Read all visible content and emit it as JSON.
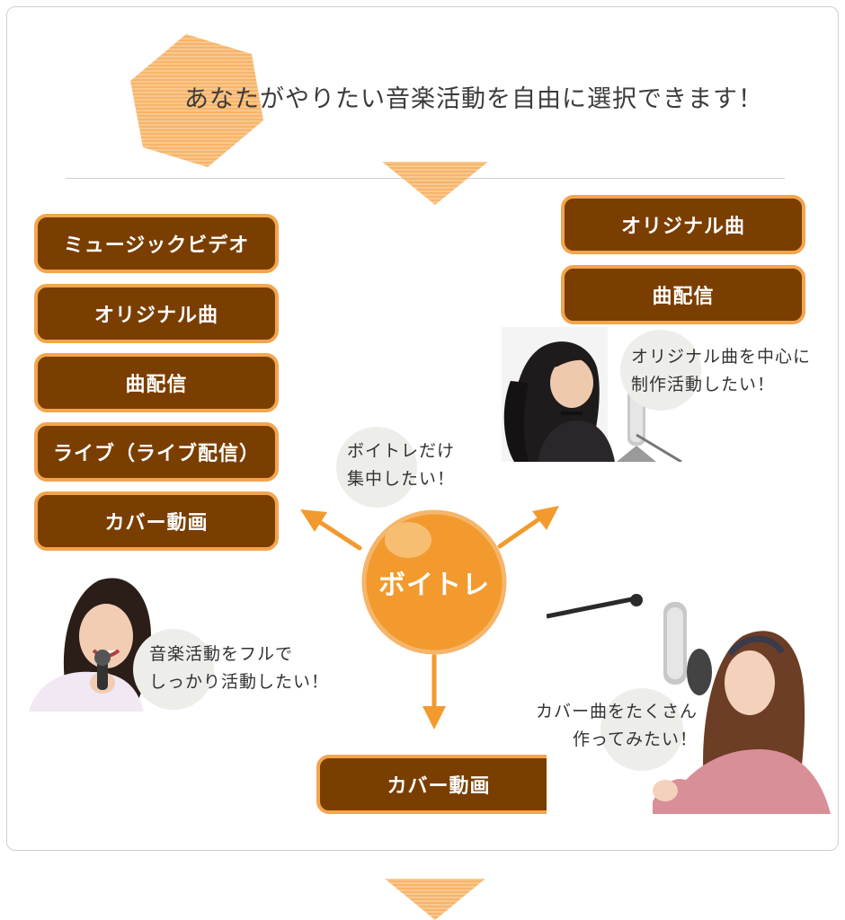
{
  "header": {
    "title": "あなたがやりたい音楽活動を自由に選択できます！"
  },
  "center": {
    "label": "ボイトレ"
  },
  "left_group": {
    "buttons": [
      "ミュージックビデオ",
      "オリジナル曲",
      "曲配信",
      "ライブ（ライブ配信）",
      "カバー動画"
    ],
    "speech_lines": [
      "音楽活動をフルで",
      "しっかり活動したい！"
    ]
  },
  "right_group": {
    "buttons": [
      "オリジナル曲",
      "曲配信"
    ],
    "speech_lines": [
      "オリジナル曲を中心に",
      "制作活動したい！"
    ]
  },
  "bottom_group": {
    "buttons": [
      "カバー動画"
    ],
    "speech_lines": [
      "カバー曲をたくさん",
      "作ってみたい！"
    ]
  },
  "center_speech": {
    "lines": [
      "ボイトレだけ",
      "集中したい！"
    ]
  },
  "colors": {
    "button_fill": "#7a3e00",
    "button_border": "#f3a54e",
    "accent_orange": "#f29a2e",
    "arrow_triangle": "#f7b872",
    "bubble": "#ededea"
  }
}
